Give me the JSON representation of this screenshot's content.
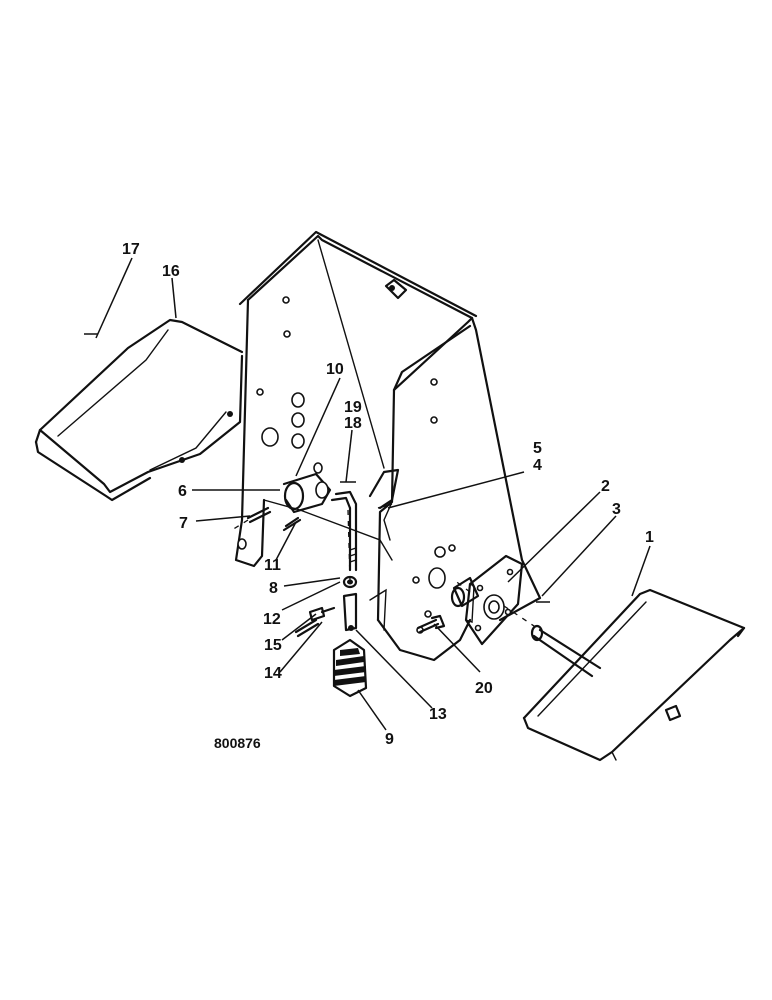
{
  "diagram": {
    "drawing_number": "800876",
    "callouts": [
      "1",
      "2",
      "3",
      "4",
      "5",
      "6",
      "7",
      "8",
      "9",
      "10",
      "11",
      "12",
      "13",
      "14",
      "15",
      "16",
      "17",
      "18",
      "19",
      "20"
    ]
  }
}
